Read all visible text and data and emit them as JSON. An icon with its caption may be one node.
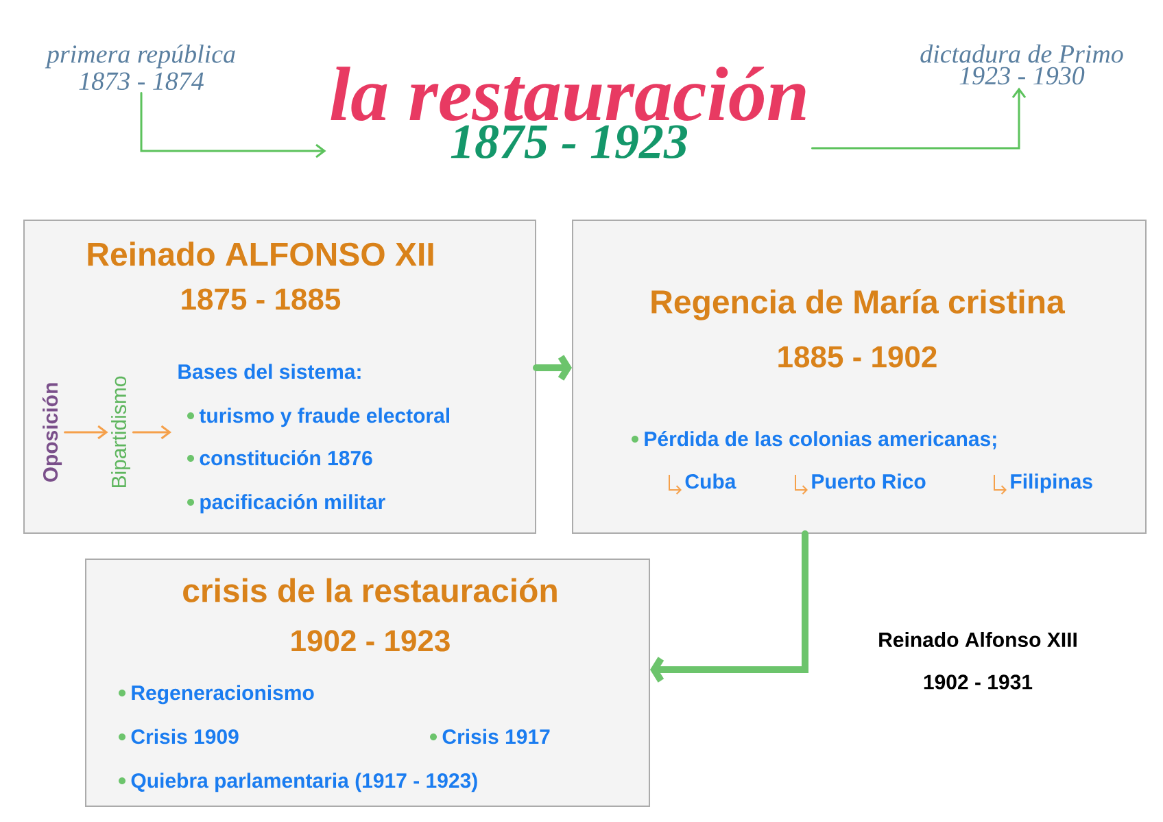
{
  "diagram": {
    "nodes": [
      {
        "text": [
          "primera república",
          "1873 - 1874"
        ]
      },
      {
        "text": [
          "la restauración",
          "1875 - 1923"
        ]
      },
      {
        "text": [
          "dictadura de Primo",
          "1923 - 1930"
        ]
      },
      {
        "text": [
          "Reinado ALFONSO XII",
          "1875 - 1885"
        ]
      },
      {
        "text": [
          "Oposición"
        ],
        "in": 3
      },
      {
        "text": [
          "Bipartidismo"
        ],
        "in": 3
      },
      {
        "text": [
          "Bases del sistema:",
          "turismo y fraude electoral",
          "constitución 1876",
          "pacificación  militar"
        ],
        "in": 3
      },
      {
        "text": [
          "Regencia de María cristina",
          "1885 - 1902",
          "Pérdida de las colonias americanas;",
          "Cuba",
          "Puerto Rico",
          "Filipinas"
        ]
      },
      {
        "text": [
          "crisis de la restauración",
          "1902 - 1923",
          "Regeneracionismo",
          "Crisis 1909",
          "Crisis 1917",
          "Quiebra parlamentaria (1917 - 1923)"
        ]
      }
    ],
    "edges": [
      {
        "from": 0,
        "to": 1,
        "arrow": "to"
      },
      {
        "from": 1,
        "to": 2,
        "arrow": "to"
      },
      {
        "from": 4,
        "to": 5,
        "arrow": "to",
        "color": "#f5a04a"
      },
      {
        "from": 5,
        "to": 6,
        "arrow": "to",
        "color": "#f5a04a"
      },
      {
        "from": 3,
        "to": 7,
        "arrow": "to",
        "style": "thick"
      },
      {
        "from": 7,
        "to": 8,
        "arrow": "to",
        "style": "thick"
      }
    ],
    "labels": [
      "Reinado Alfonso XIII",
      "1902 - 1931"
    ]
  }
}
